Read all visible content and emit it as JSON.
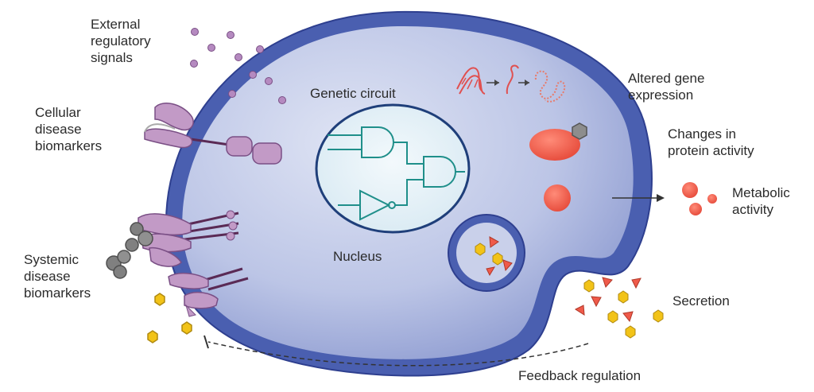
{
  "labels": {
    "external_signals": [
      "External",
      "regulatory",
      "signals"
    ],
    "cellular_biomarkers": [
      "Cellular",
      "disease",
      "biomarkers"
    ],
    "systemic_biomarkers": [
      "Systemic",
      "disease",
      "biomarkers"
    ],
    "genetic_circuit": "Genetic circuit",
    "nucleus": "Nucleus",
    "altered_gene_expression": [
      "Altered gene",
      "expression"
    ],
    "protein_activity": [
      "Changes in",
      "protein activity"
    ],
    "metabolic_activity": [
      "Metabolic",
      "activity"
    ],
    "secretion": "Secretion",
    "feedback_regulation": "Feedback regulation"
  },
  "colors": {
    "membrane": "#4a5fb0",
    "cytoplasm": "#c9d0ea",
    "nucleus": "#e9f3f8",
    "circuit": "#1f8f8a",
    "receptor": "#c29ac6",
    "signal_molecule": "#b58ac0",
    "protein_red": "#ef5a4a",
    "hexagon": "#f2c318",
    "grey_biomarker": "#808080"
  }
}
